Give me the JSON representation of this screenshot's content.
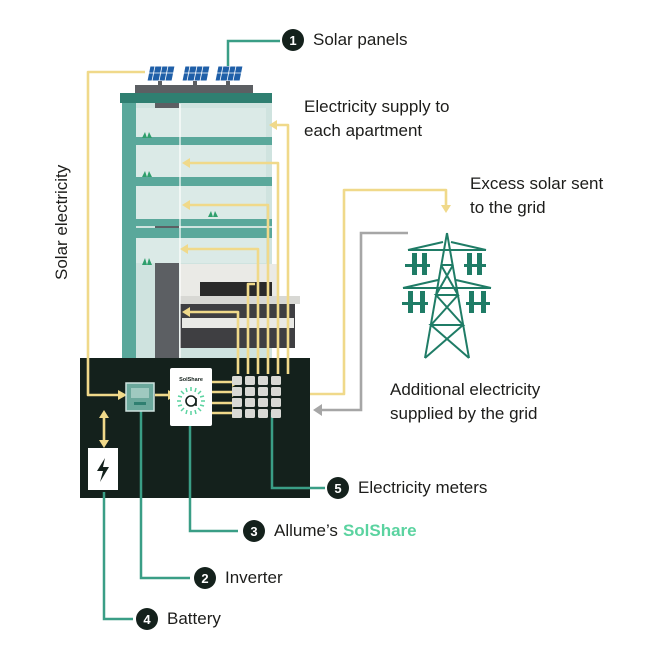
{
  "colors": {
    "teal": "#5aa89b",
    "teal_dark": "#2f7f71",
    "glass": "#cfe3df",
    "background_panel": "#14211c",
    "yellow_line": "#f0d98a",
    "green_line": "#3a9e86",
    "grey_line": "#a6a6a6",
    "solshare_green": "#5bd3a0",
    "pylon": "#1f7c66"
  },
  "labels": {
    "solar_electricity": "Solar electricity",
    "supply_line1": "Electricity supply to",
    "supply_line2": "each apartment",
    "excess_line1": "Excess solar sent",
    "excess_line2": "to the grid",
    "additional_line1": "Additional electricity",
    "additional_line2": "supplied by the grid",
    "solshare_device": "SolShare"
  },
  "callouts": [
    {
      "number": "1",
      "text": "Solar panels"
    },
    {
      "number": "5",
      "text": "Electricity meters"
    },
    {
      "number": "3",
      "text": "Allume’s",
      "brand": "SolShare"
    },
    {
      "number": "2",
      "text": "Inverter"
    },
    {
      "number": "4",
      "text": "Battery"
    }
  ],
  "icons": {
    "battery": "lightning-bolt-icon",
    "solshare": "solshare-logo-icon",
    "pylon": "transmission-tower-icon"
  }
}
